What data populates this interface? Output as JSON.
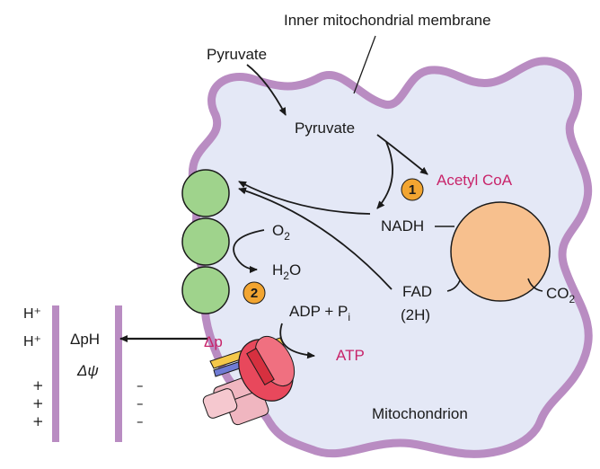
{
  "labels": {
    "inner_membrane": "Inner mitochondrial membrane",
    "pyruvate_outside": "Pyruvate",
    "pyruvate_inside": "Pyruvate",
    "acetyl_coa": "Acetyl CoA",
    "nadh": "NADH",
    "o2": "O",
    "o2_sub": "2",
    "h2o_a": "H",
    "h2o_sub": "2",
    "h2o_b": "O",
    "fad": "FAD",
    "fad_2h": "(2H)",
    "co2": "CO",
    "co2_sub": "2",
    "adp_pi": "ADP + P",
    "pi_sub": "i",
    "atp": "ATP",
    "delta_p": "Δp",
    "delta_ph": "ΔpH",
    "delta_psi": "Δψ",
    "h_plus_1": "H⁺",
    "h_plus_2": "H⁺",
    "plus_1": "+",
    "plus_2": "+",
    "plus_3": "+",
    "minus_1": "–",
    "minus_2": "–",
    "minus_3": "–",
    "mitochondrion": "Mitochondrion",
    "step_1": "1",
    "step_2": "2"
  },
  "colors": {
    "membrane": "#b98cc2",
    "matrix": "#e4e8f6",
    "complex": "#9fd38c",
    "tca_cycle": "#f7c08e",
    "step_badge": "#f2a531",
    "highlight_text": "#c8246a"
  }
}
